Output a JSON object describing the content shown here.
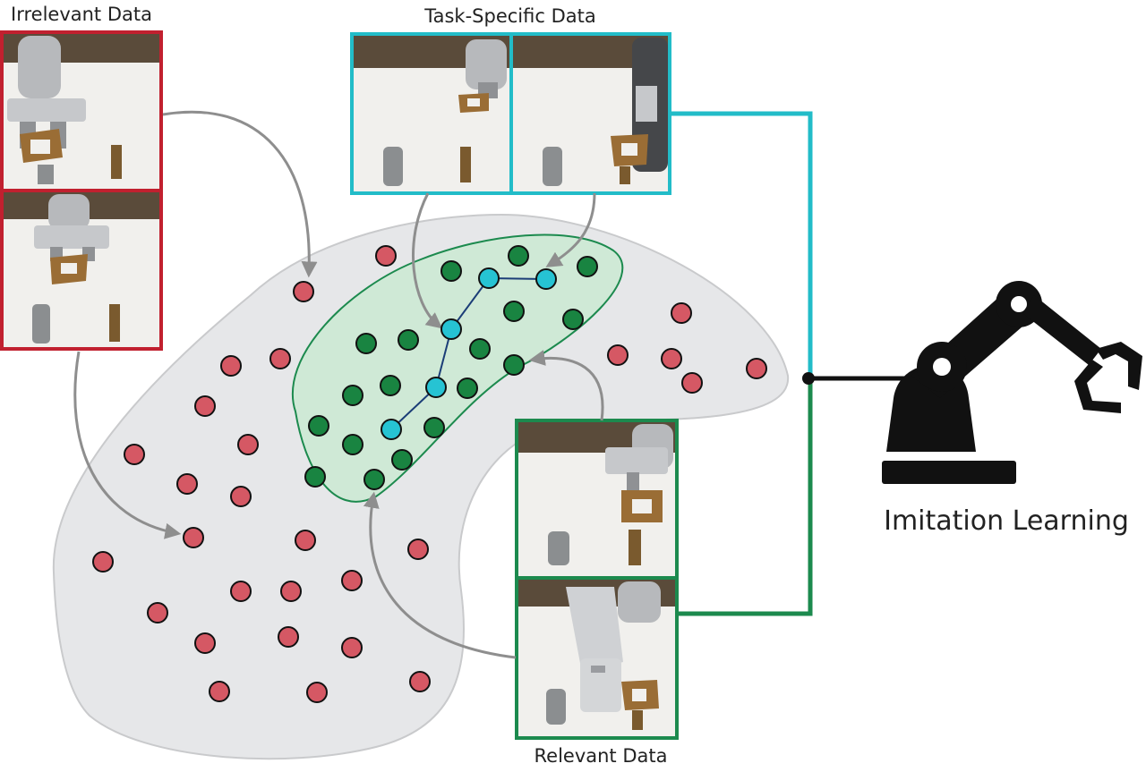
{
  "labels": {
    "irrelevant": "Irrelevant Data",
    "task_specific": "Task-Specific Data",
    "relevant": "Relevant Data",
    "imitation": "Imitation Learning"
  },
  "colors": {
    "irrelevant": "#c1202f",
    "task_specific": "#22bcc8",
    "relevant": "#1c8a4e",
    "red_dot": "#d55864",
    "green_dot": "#198441",
    "cyan_dot": "#26c3d3",
    "blob_gray": "#e6e7e9",
    "blob_green": "#cfe9d6",
    "arrow": "#8e8e8e",
    "path_line": "#1b3d77"
  },
  "icons": {
    "robot": "robot-arm-icon"
  }
}
